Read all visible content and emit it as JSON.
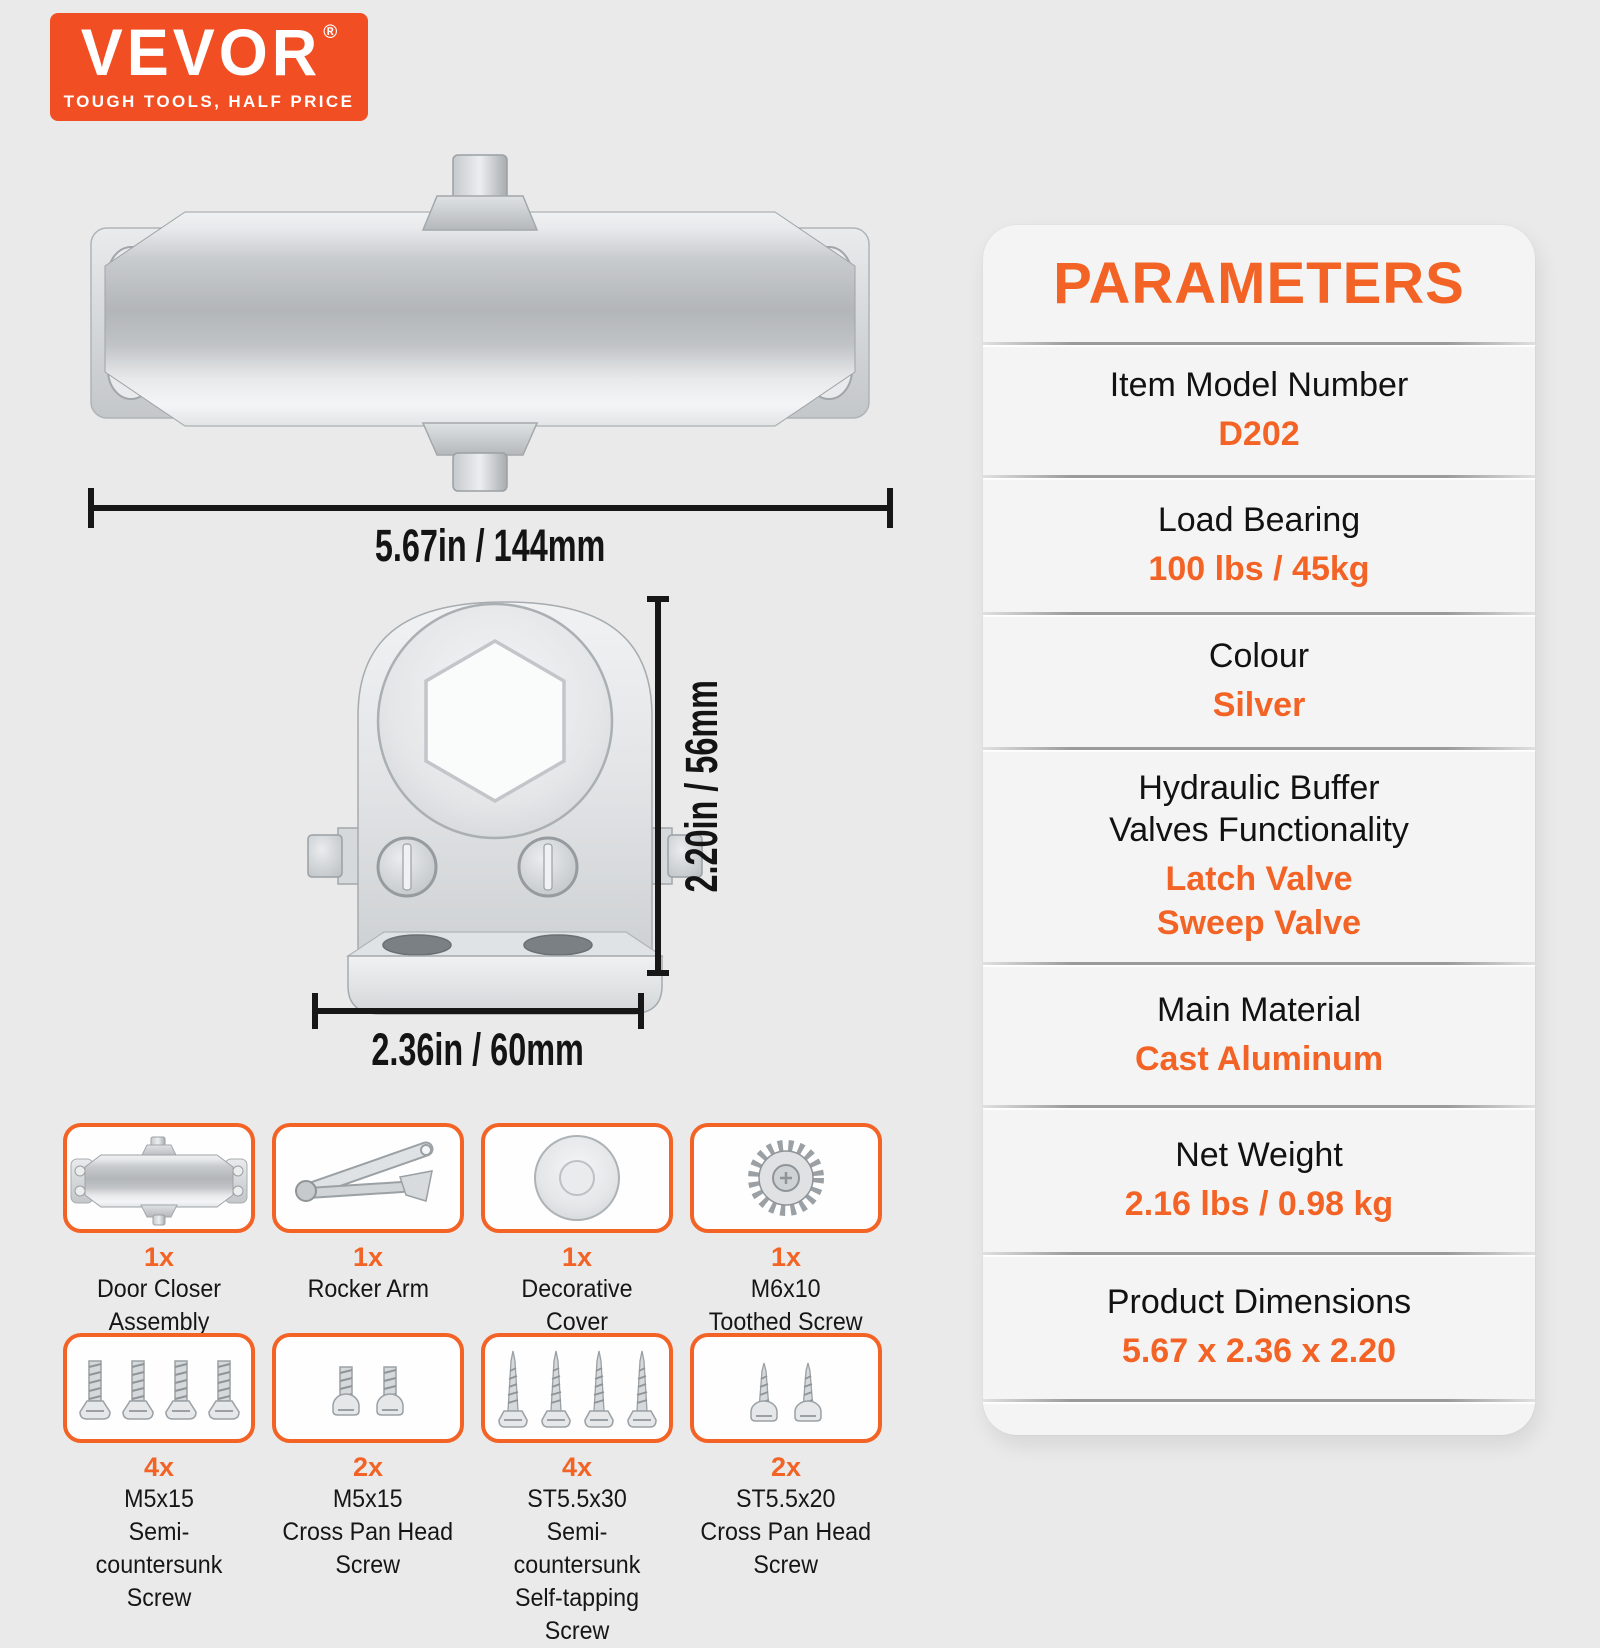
{
  "logo": {
    "brand": "VEVOR",
    "reg": "®",
    "tagline": "TOUGH TOOLS, HALF PRICE"
  },
  "diagrams": {
    "top_width_label": "5.67in / 144mm",
    "front_height_label": "2.20in / 56mm",
    "front_width_label": "2.36in / 60mm"
  },
  "parameters": {
    "title": "PARAMETERS",
    "rows": [
      {
        "label": "Item Model Number",
        "value": "D202"
      },
      {
        "label": "Load Bearing",
        "value": "100 lbs / 45kg"
      },
      {
        "label": "Colour",
        "value": "Silver"
      },
      {
        "label": "Hydraulic Buffer\nValves Functionality",
        "value": "Latch Valve\nSweep Valve"
      },
      {
        "label": "Main Material",
        "value": "Cast Aluminum"
      },
      {
        "label": "Net Weight",
        "value": "2.16 lbs / 0.98 kg"
      },
      {
        "label": "Product Dimensions",
        "value": "5.67 x 2.36 x 2.20"
      }
    ]
  },
  "included": {
    "items": [
      {
        "qty": "1x",
        "name": "Door Closer Assembly"
      },
      {
        "qty": "1x",
        "name": "Rocker Arm"
      },
      {
        "qty": "1x",
        "name": "Decorative Cover"
      },
      {
        "qty": "1x",
        "name": "M6x10\nToothed Screw"
      },
      {
        "qty": "4x",
        "name": "M5x15\nSemi-countersunk\nScrew"
      },
      {
        "qty": "2x",
        "name": "M5x15\nCross Pan Head\nScrew"
      },
      {
        "qty": "4x",
        "name": "ST5.5x30\nSemi-countersunk\nSelf-tapping Screw"
      },
      {
        "qty": "2x",
        "name": "ST5.5x20\nCross Pan Head\nScrew"
      }
    ]
  },
  "colors": {
    "accent": "#f26325",
    "logo_background": "#f14e23",
    "page_background": "#eaeaea",
    "panel_background": "#f4f4f4",
    "dimension_line": "#171717"
  }
}
